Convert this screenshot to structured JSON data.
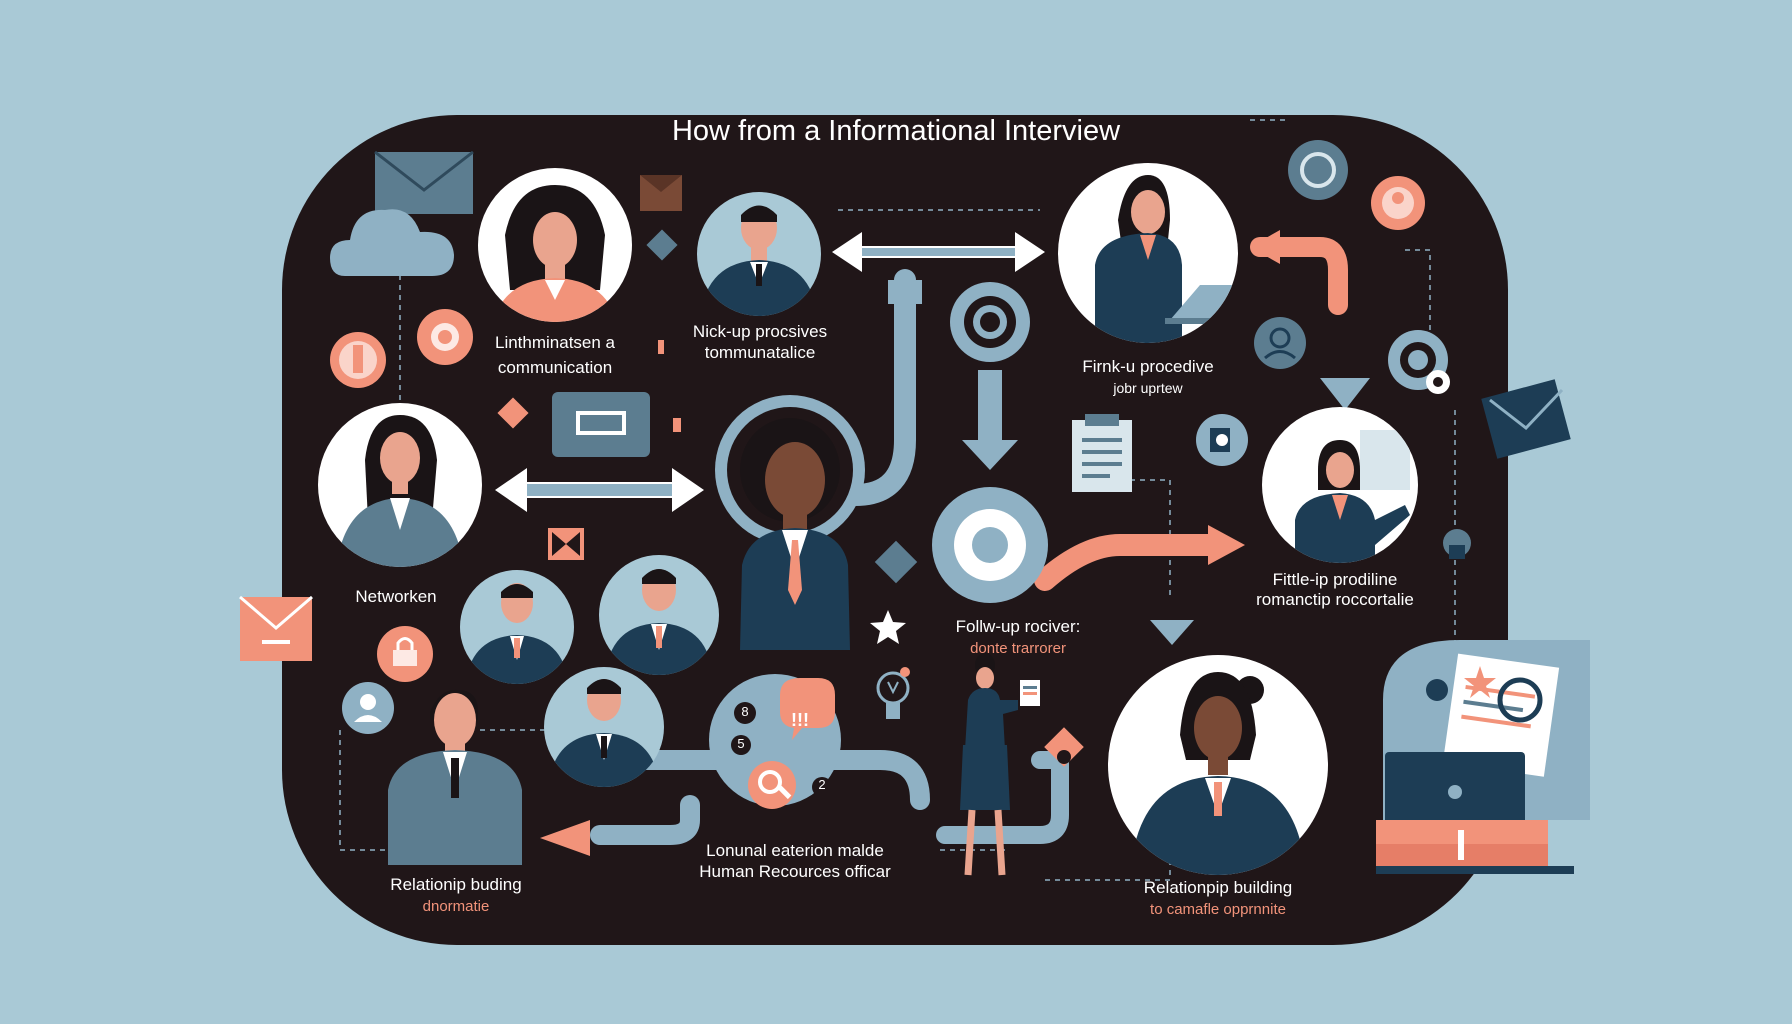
{
  "title": "How from a Informational Interview",
  "labels": {
    "communication_1": "Linthminatsen a",
    "communication_2": "communication",
    "nick_1": "Nick-up procsives",
    "nick_2": "tommunatalice",
    "firk_1": "Firnk-u procedive",
    "firk_2": "jobr uprtew",
    "networken": "Networken",
    "fittle_1": "Fittle-ip prodiline",
    "fittle_2": "romanctip roccortalie",
    "follow_1": "Follw-up rociver:",
    "follow_2": "donte trarrorer",
    "lonunal_1": "Lonunal eaterion malde",
    "lonunal_2": "Human Recources officar",
    "rel_left_1": "Relationip buding",
    "rel_left_2": "dnormatie",
    "rel_right_1": "Relationpip building",
    "rel_right_2": "to camafle opprnnite"
  },
  "badges": [
    "!!!",
    "2",
    "5",
    "8"
  ],
  "colors": {
    "background": "#a9c9d6",
    "panel": "#201618",
    "navy": "#1d3d55",
    "slate": "#8fb1c4",
    "coral": "#f2937a",
    "white": "#ffffff"
  },
  "icons": [
    "envelope-icon",
    "cloud-icon",
    "folder-icon",
    "gear-icon",
    "user-icon",
    "lock-icon",
    "lightbulb-icon",
    "magnifier-icon",
    "clipboard-icon",
    "laptop-icon",
    "books-icon",
    "chat-bubble-icon",
    "star-icon"
  ]
}
